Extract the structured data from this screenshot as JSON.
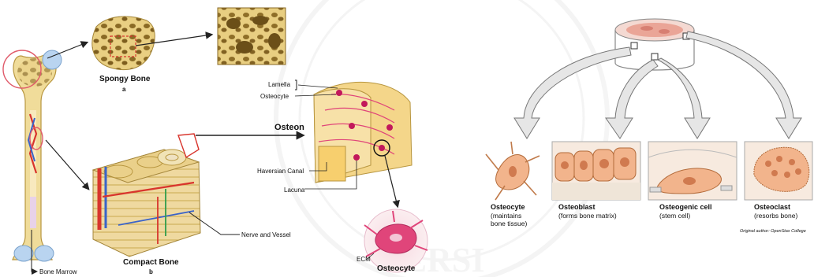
{
  "left_panel": {
    "spongy_title": "Spongy Bone",
    "spongy_sub": "a",
    "compact_title": "Compact Bone",
    "compact_sub": "b",
    "bone_marrow": "Bone Marrow",
    "lamella": "Lamella",
    "osteocyte_label": "Osteocyte",
    "osteon": "Osteon",
    "haversian_canal": "Haversian Canal",
    "lacuna": "Lacuna",
    "nerve_vessel": "Nerve and Vessel",
    "ecm": "ECM",
    "osteocyte_bottom": "Osteocyte"
  },
  "right_panel": {
    "cells": [
      {
        "name": "Osteocyte",
        "desc1": "(maintains",
        "desc2": "bone tissue)"
      },
      {
        "name": "Osteoblast",
        "desc1": "(forms bone matrix)",
        "desc2": ""
      },
      {
        "name": "Osteogenic cell",
        "desc1": "(stem cell)",
        "desc2": ""
      },
      {
        "name": "Osteoclast",
        "desc1": "(resorbs bone)",
        "desc2": ""
      }
    ],
    "credit": "Original author: OpenStax College"
  },
  "colors": {
    "bone": "#f0dc9a",
    "bone_dark": "#c9a94e",
    "artery": "#d8342c",
    "vein": "#3a63c9",
    "cell_pink": "#e0457a",
    "lacuna_magenta": "#c2185b",
    "arrow_grey": "#e3e3e3",
    "cell_orange": "#f2b48c"
  }
}
